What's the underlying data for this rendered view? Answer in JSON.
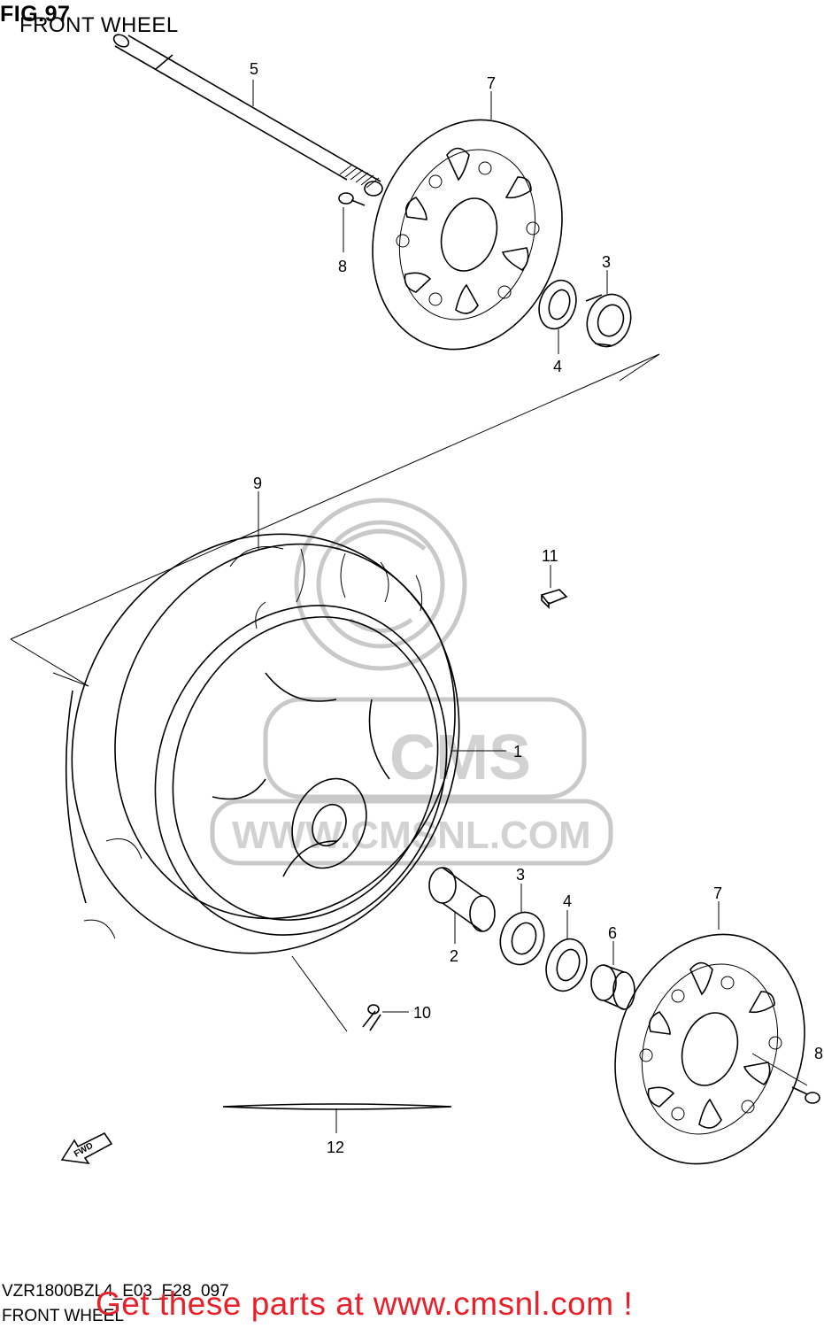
{
  "figure": {
    "title": "FIG.97",
    "subtitle": "FRONT WHEEL"
  },
  "footer": {
    "diagram_code": "VZR1800BZL4_E03_E28_097",
    "title": "FRONT WHEEL",
    "call_to_action": "Get these parts at www.cmsnl.com !"
  },
  "watermark": {
    "text": "WWW.CMSNL.COM",
    "logo_text": "CMS"
  },
  "parts": [
    {
      "number": "1"
    },
    {
      "number": "2"
    },
    {
      "number": "3"
    },
    {
      "number": "3"
    },
    {
      "number": "4"
    },
    {
      "number": "4"
    },
    {
      "number": "5"
    },
    {
      "number": "6"
    },
    {
      "number": "7"
    },
    {
      "number": "7"
    },
    {
      "number": "8"
    },
    {
      "number": "8"
    },
    {
      "number": "9"
    },
    {
      "number": "10"
    },
    {
      "number": "11"
    },
    {
      "number": "12"
    }
  ],
  "direction_badge": "FWD",
  "colors": {
    "line": "#000000",
    "cta": "#e8202a",
    "watermark": "#c9c9c9"
  }
}
